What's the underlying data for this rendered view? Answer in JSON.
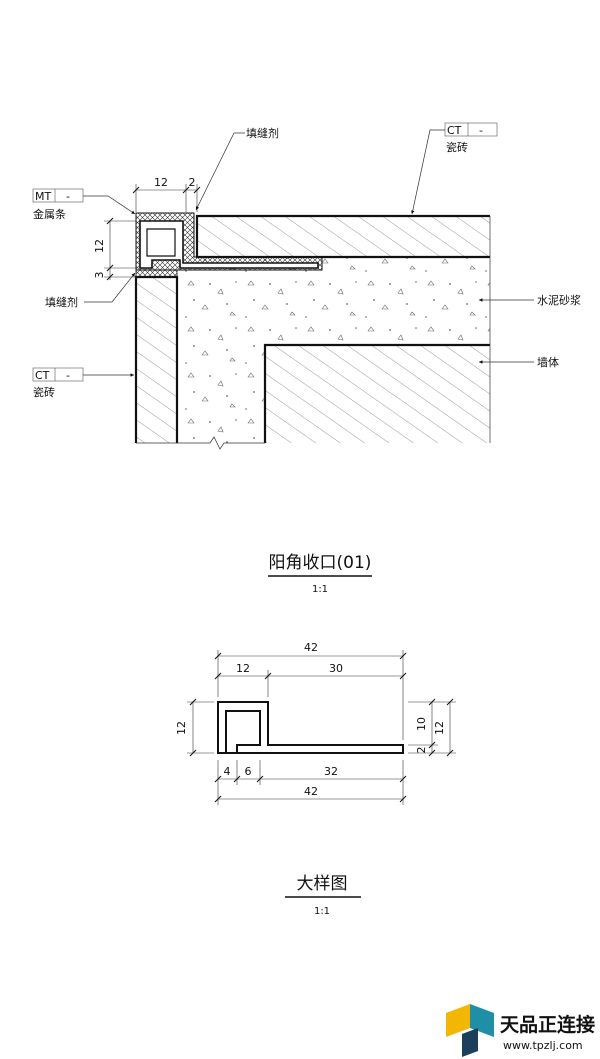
{
  "section_detail": {
    "labels": {
      "filler_top": "填缝剂",
      "filler_left": "填缝剂",
      "metal_code": "MT",
      "metal_dash": "-",
      "metal_name": "金属条",
      "tile_top_code": "CT",
      "tile_top_dash": "-",
      "tile_top_name": "瓷砖",
      "tile_left_code": "CT",
      "tile_left_dash": "-",
      "tile_left_name": "瓷砖",
      "mortar": "水泥砂浆",
      "wall": "墙体"
    },
    "dims": {
      "top_12": "12",
      "top_2": "2",
      "left_12": "12",
      "left_3": "3"
    },
    "title": "阳角收口(01)",
    "scale": "1:1"
  },
  "profile_detail": {
    "dims": {
      "overall_top": "42",
      "top_left": "12",
      "top_right": "30",
      "left_height": "12",
      "right_10": "10",
      "right_2": "2",
      "right_12": "12",
      "bottom_4": "4",
      "bottom_6": "6",
      "bottom_32": "32",
      "overall_bottom": "42"
    },
    "title": "大样图",
    "scale": "1:1"
  },
  "brand": {
    "name": "天品正连接",
    "url": "www.tpzlj.com",
    "colors": {
      "yellow": "#f2b705",
      "teal": "#1f8fa8",
      "dark": "#1c3f5c"
    }
  }
}
